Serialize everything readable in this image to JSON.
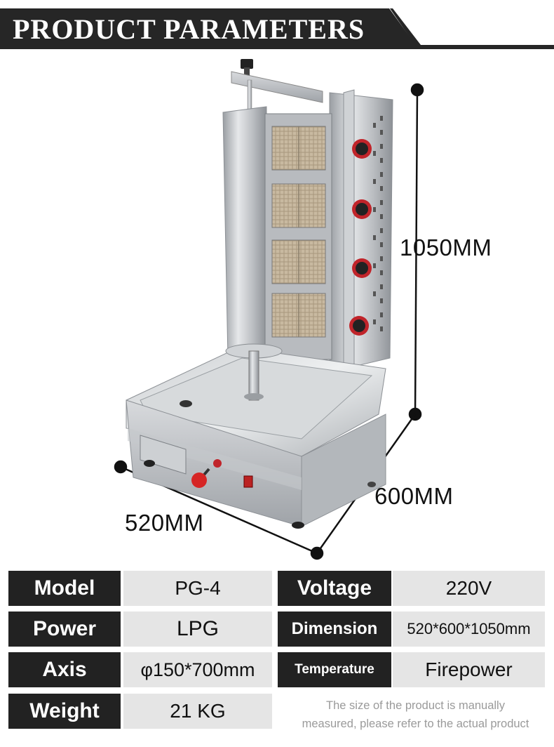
{
  "header": {
    "title": "PRODUCT PARAMETERS"
  },
  "dimensions": {
    "height": "1050MM",
    "depth": "600MM",
    "width": "520MM"
  },
  "specs": [
    {
      "label": "Model",
      "value": "PG-4"
    },
    {
      "label": "Voltage",
      "value": "220V"
    },
    {
      "label": "Power",
      "value": "LPG"
    },
    {
      "label": "Dimension",
      "value": "520*600*1050mm"
    },
    {
      "label": "Axis",
      "value": "φ150*700mm"
    },
    {
      "label": "Temperature",
      "value": "Firepower"
    },
    {
      "label": "Weight",
      "value": "21 KG"
    }
  ],
  "note": {
    "line1": "The size of the product is manually",
    "line2": "measured, please refer to the actual product"
  }
}
